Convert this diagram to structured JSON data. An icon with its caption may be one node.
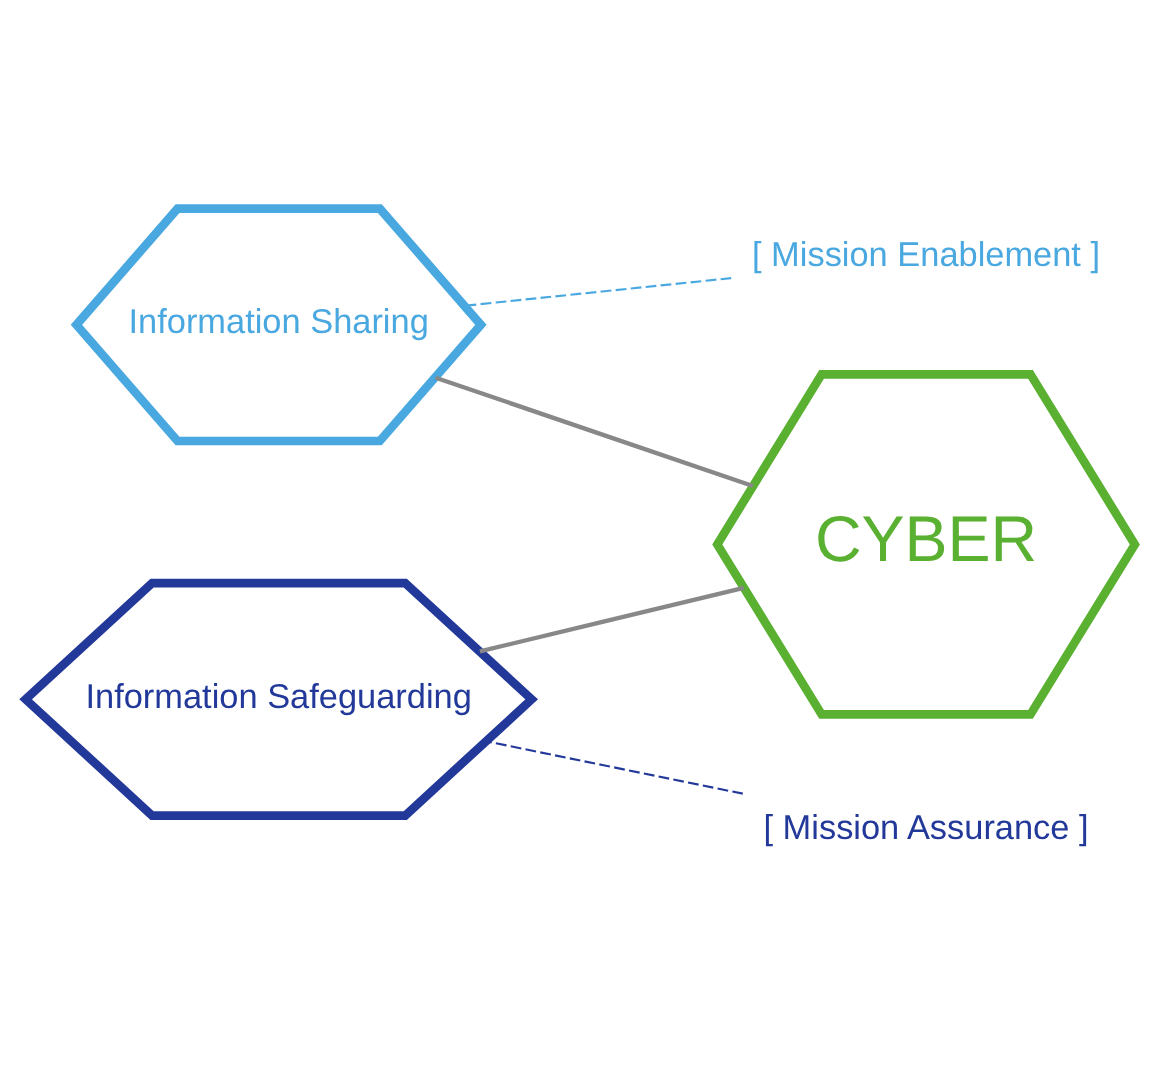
{
  "diagram": {
    "nodes": [
      {
        "text": [
          "Information Sharing"
        ]
      },
      {
        "text": [
          "CYBER"
        ]
      },
      {
        "text": [
          "Information Safeguarding"
        ]
      },
      {
        "text": [
          "[ Mission Enablement ]"
        ]
      },
      {
        "text": [
          "[ Mission Assurance ]"
        ]
      }
    ],
    "edges": [
      {
        "from": 0,
        "to": 1,
        "arrow": "none"
      },
      {
        "from": 2,
        "to": 1,
        "arrow": "none"
      },
      {
        "from": 3,
        "to": 0,
        "arrow": "none",
        "style": "dashed",
        "color": "#4aa8e0"
      },
      {
        "from": 4,
        "to": 2,
        "arrow": "none",
        "style": "dashed",
        "color": "#23399a"
      }
    ]
  }
}
